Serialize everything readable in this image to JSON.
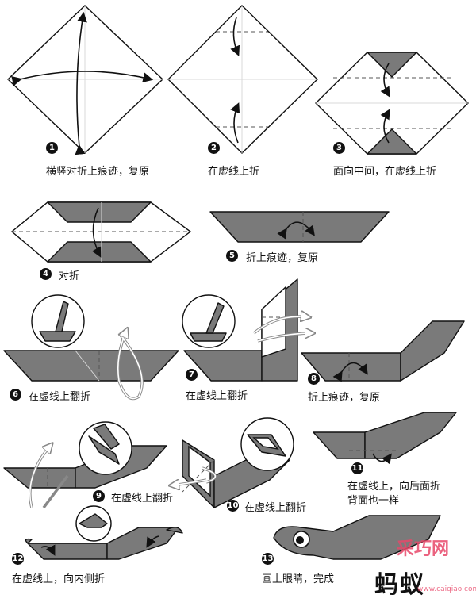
{
  "steps": [
    {
      "num": "1",
      "text": "横竖对折上痕迹，复原"
    },
    {
      "num": "2",
      "text": "在虚线上折"
    },
    {
      "num": "3",
      "text": "面向中间，在虚线上折"
    },
    {
      "num": "4",
      "text": "对折"
    },
    {
      "num": "5",
      "text": "折上痕迹，复原"
    },
    {
      "num": "6",
      "text": "在虚线上翻折"
    },
    {
      "num": "7",
      "text": "在虚线上翻折"
    },
    {
      "num": "8",
      "text": "折上痕迹，复原"
    },
    {
      "num": "9",
      "text": "在虚线上翻折"
    },
    {
      "num": "10",
      "text": "在虚线上翻折"
    },
    {
      "num": "11",
      "text_line1": "在虚线上，向后面折",
      "text_line2": "背面也一样"
    },
    {
      "num": "12",
      "text": "在虚线上，向内侧折"
    },
    {
      "num": "13",
      "text": "画上眼睛，完成"
    }
  ],
  "title": "蚂蚁",
  "watermark": {
    "main": "采巧网",
    "sub": "www.caiqiao.com"
  },
  "colors": {
    "paper_dark": "#7a7a7a",
    "outline": "#111111",
    "watermark": "#e8486a"
  }
}
